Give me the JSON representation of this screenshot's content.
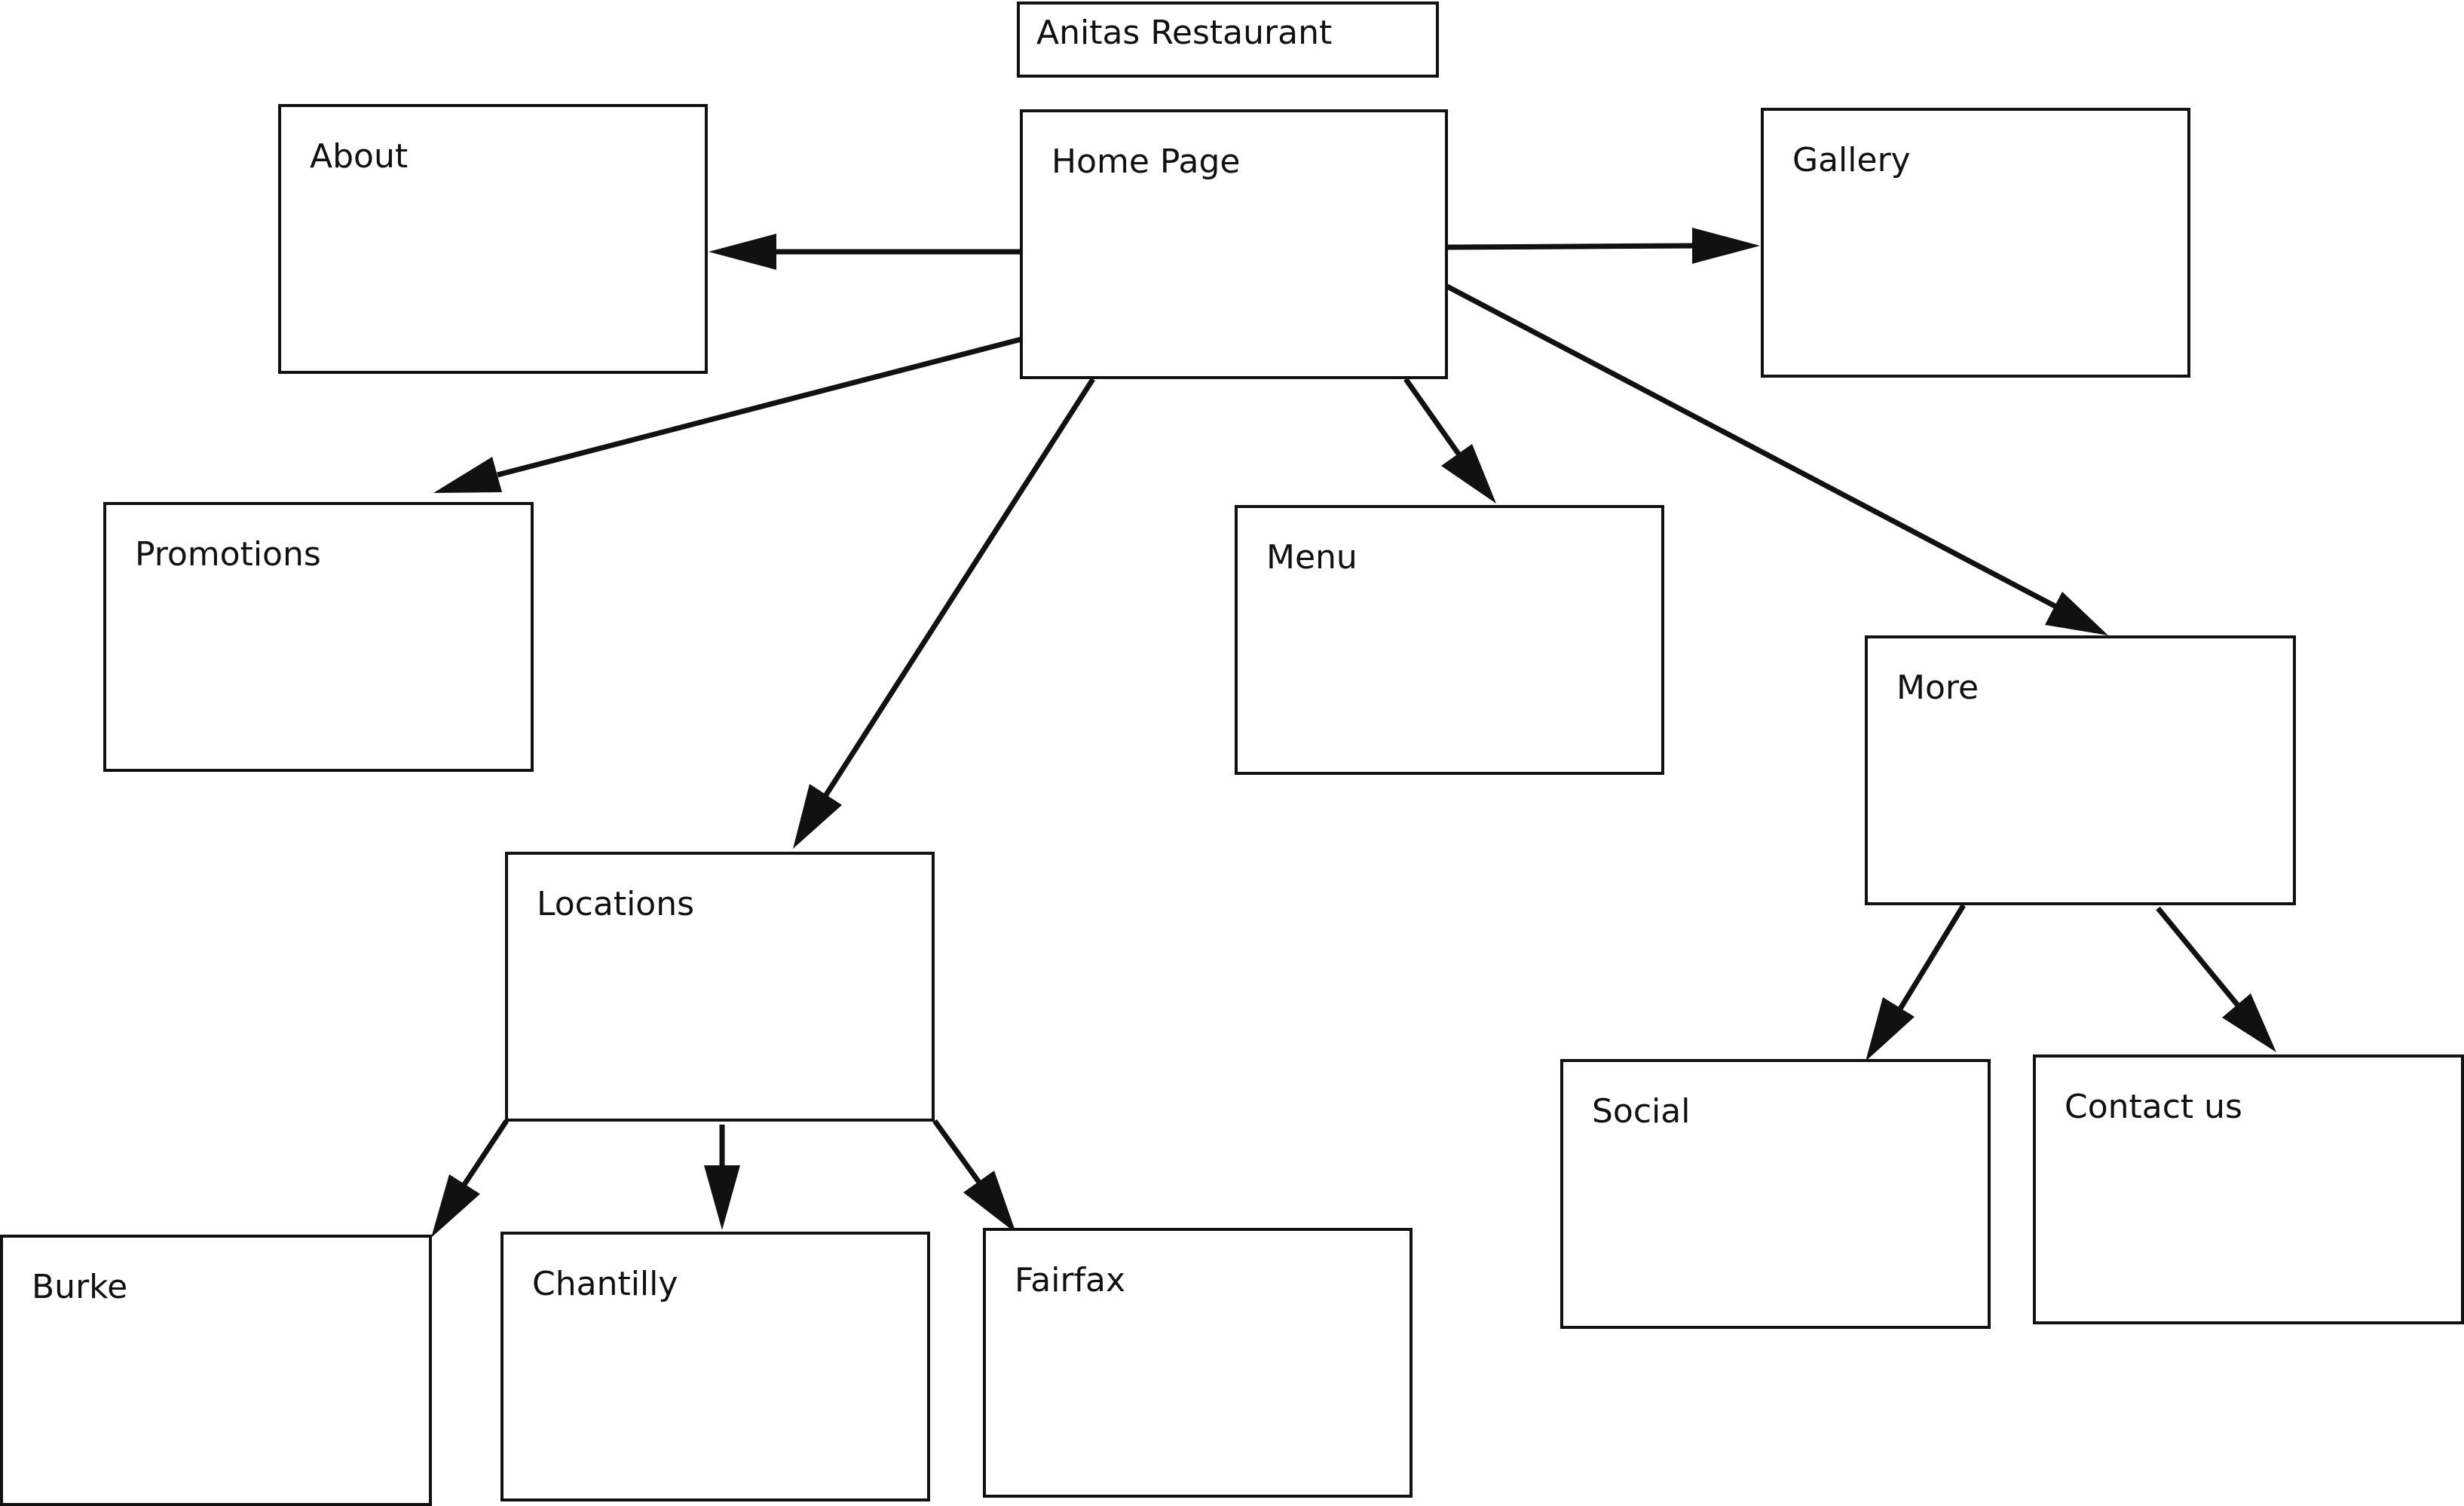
{
  "diagram": {
    "title": "Anitas Restaurant",
    "nodes": {
      "home": "Home Page",
      "about": "About",
      "gallery": "Gallery",
      "promotions": "Promotions",
      "menu": "Menu",
      "more": "More",
      "locations": "Locations",
      "social": "Social",
      "contact": "Contact us",
      "burke": "Burke",
      "chantilly": "Chantilly",
      "fairfax": "Fairfax"
    },
    "edges": [
      {
        "from": "home",
        "to": "about"
      },
      {
        "from": "home",
        "to": "gallery"
      },
      {
        "from": "home",
        "to": "promotions"
      },
      {
        "from": "home",
        "to": "locations"
      },
      {
        "from": "home",
        "to": "menu"
      },
      {
        "from": "home",
        "to": "more"
      },
      {
        "from": "more",
        "to": "social"
      },
      {
        "from": "more",
        "to": "contact"
      },
      {
        "from": "locations",
        "to": "burke"
      },
      {
        "from": "locations",
        "to": "chantilly"
      },
      {
        "from": "locations",
        "to": "fairfax"
      }
    ]
  }
}
